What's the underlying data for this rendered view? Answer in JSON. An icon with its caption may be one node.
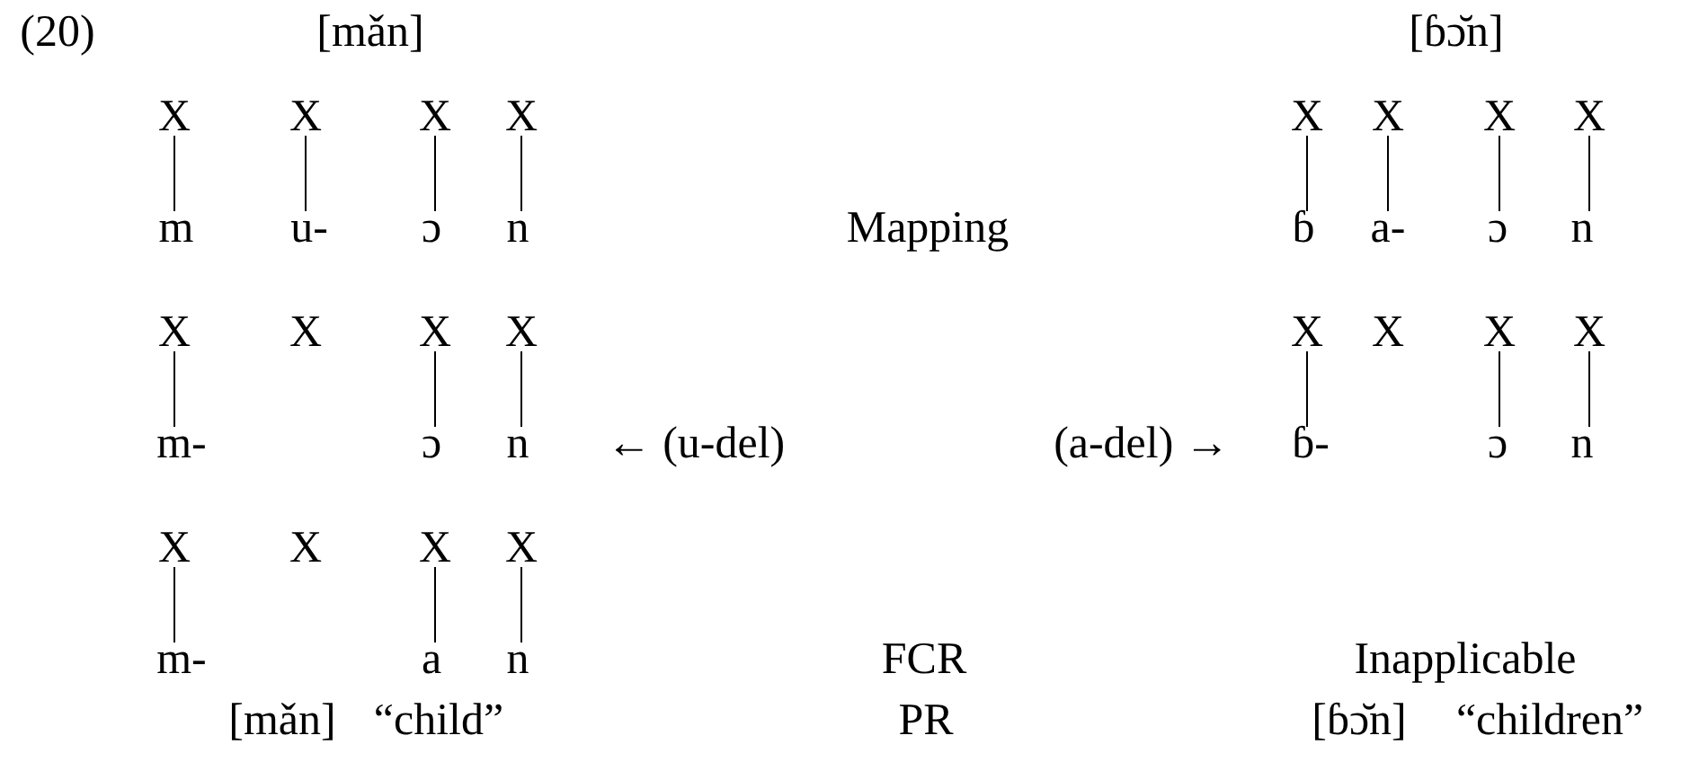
{
  "diagram": {
    "nodes": [
      {
        "text": [
          "X"
        ]
      },
      {
        "text": [
          "X"
        ]
      },
      {
        "text": [
          "X"
        ]
      },
      {
        "text": [
          "X"
        ]
      },
      {
        "text": [
          "X"
        ]
      },
      {
        "text": [
          "X"
        ]
      },
      {
        "text": [
          "X"
        ]
      },
      {
        "text": [
          "X"
        ]
      },
      {
        "text": [
          "m"
        ]
      },
      {
        "text": [
          "u-"
        ]
      },
      {
        "text": [
          "ɔ"
        ]
      },
      {
        "text": [
          "n"
        ]
      },
      {
        "text": [
          "ɓ"
        ]
      },
      {
        "text": [
          "a-"
        ]
      },
      {
        "text": [
          "ɔ"
        ]
      },
      {
        "text": [
          "n"
        ]
      },
      {
        "text": [
          "X"
        ]
      },
      {
        "text": [
          "X"
        ]
      },
      {
        "text": [
          "X"
        ]
      },
      {
        "text": [
          "X"
        ]
      },
      {
        "text": [
          "X"
        ]
      },
      {
        "text": [
          "X"
        ]
      },
      {
        "text": [
          "X"
        ]
      },
      {
        "text": [
          "X"
        ]
      },
      {
        "text": [
          "m-"
        ]
      },
      {
        "text": [
          "ɔ"
        ]
      },
      {
        "text": [
          "n"
        ]
      },
      {
        "text": [
          "ɓ-"
        ]
      },
      {
        "text": [
          "ɔ"
        ]
      },
      {
        "text": [
          "n"
        ]
      },
      {
        "text": [
          "X"
        ]
      },
      {
        "text": [
          "X"
        ]
      },
      {
        "text": [
          "X"
        ]
      },
      {
        "text": [
          "X"
        ]
      },
      {
        "text": [
          "m-"
        ]
      },
      {
        "text": [
          "a"
        ]
      },
      {
        "text": [
          "n"
        ]
      }
    ],
    "edges": [
      {
        "from": 0,
        "to": 8,
        "arrow": "none"
      },
      {
        "from": 1,
        "to": 9,
        "arrow": "none"
      },
      {
        "from": 2,
        "to": 10,
        "arrow": "none"
      },
      {
        "from": 3,
        "to": 11,
        "arrow": "none"
      },
      {
        "from": 4,
        "to": 12,
        "arrow": "none"
      },
      {
        "from": 5,
        "to": 13,
        "arrow": "none"
      },
      {
        "from": 6,
        "to": 14,
        "arrow": "none"
      },
      {
        "from": 7,
        "to": 15,
        "arrow": "none"
      },
      {
        "from": 16,
        "to": 24,
        "arrow": "none"
      },
      {
        "from": 18,
        "to": 25,
        "arrow": "none"
      },
      {
        "from": 19,
        "to": 26,
        "arrow": "none"
      },
      {
        "from": 20,
        "to": 27,
        "arrow": "none"
      },
      {
        "from": 22,
        "to": 28,
        "arrow": "none"
      },
      {
        "from": 23,
        "to": 29,
        "arrow": "none"
      },
      {
        "from": 30,
        "to": 34,
        "arrow": "none"
      },
      {
        "from": 32,
        "to": 35,
        "arrow": "none"
      },
      {
        "from": 33,
        "to": 36,
        "arrow": "none"
      }
    ],
    "labels": [
      "(20)",
      "[mǎn]",
      "[ɓɔ̆n]",
      "Mapping",
      "← (u-del)",
      "(a-del) →",
      "FCR",
      "Inapplicable",
      "[mǎn]",
      "“child”",
      "PR",
      "[ɓɔ̆n]",
      "“children”"
    ]
  }
}
